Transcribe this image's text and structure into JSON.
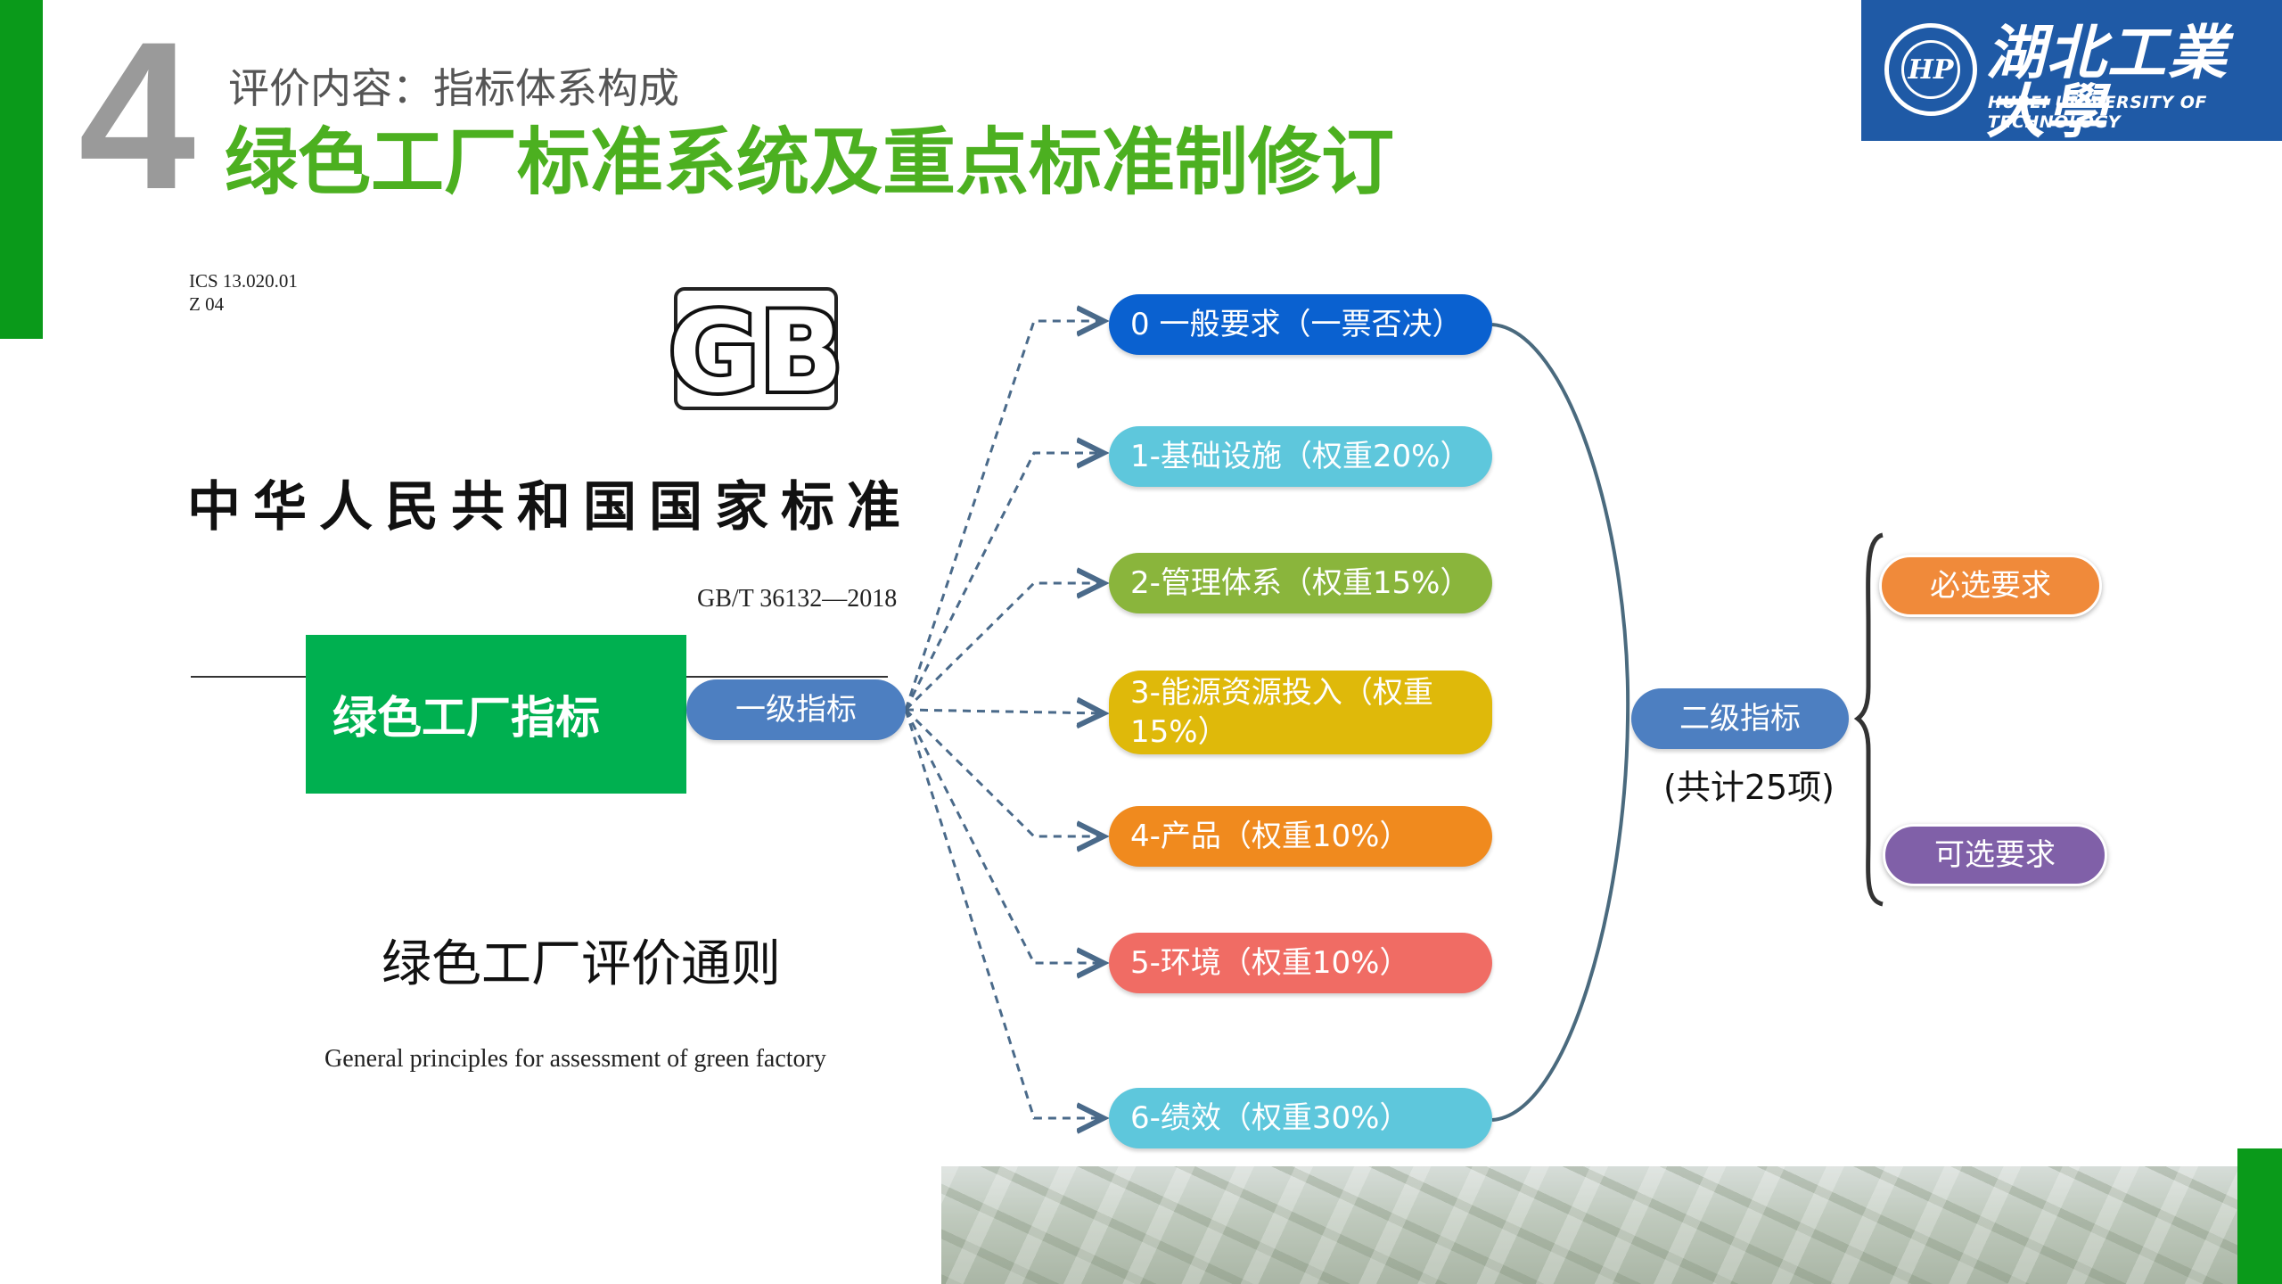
{
  "header": {
    "section_number": "4",
    "subtitle": "评价内容：指标体系构成",
    "title": "绿色工厂标准系统及重点标准制修订"
  },
  "logo": {
    "name_cn": "湖北工業大學",
    "name_en": "HUBEI UNIVERSITY OF TECHNOLOGY"
  },
  "document": {
    "ics_line1": "ICS 13.020.01",
    "ics_line2": "Z 04",
    "gb_mark": "GB",
    "national_standard": "中华人民共和国国家标准",
    "code": "GB/T 36132—2018",
    "title_cn": "绿色工厂评价通则",
    "title_en": "General principles for assessment of green factory"
  },
  "diagram": {
    "root_label": "绿色工厂指标",
    "level1_label": "一级指标",
    "level2_label": "二级指标",
    "level2_count": "(共计25项)",
    "categories": [
      "0 一般要求（一票否决）",
      "1-基础设施（权重20%）",
      "2-管理体系（权重15%）",
      "3-能源资源投入（权重15%）",
      "4-产品（权重10%）",
      "5-环境（权重10%）",
      "6-绩效（权重30%）"
    ],
    "required_label": "必选要求",
    "optional_label": "可选要求"
  },
  "colors": {
    "title_green": "#4cb020",
    "side_bar_green": "#0a9a1a",
    "logo_blue": "#1f5aa6",
    "level_pill_blue": "#4d7fc1"
  }
}
